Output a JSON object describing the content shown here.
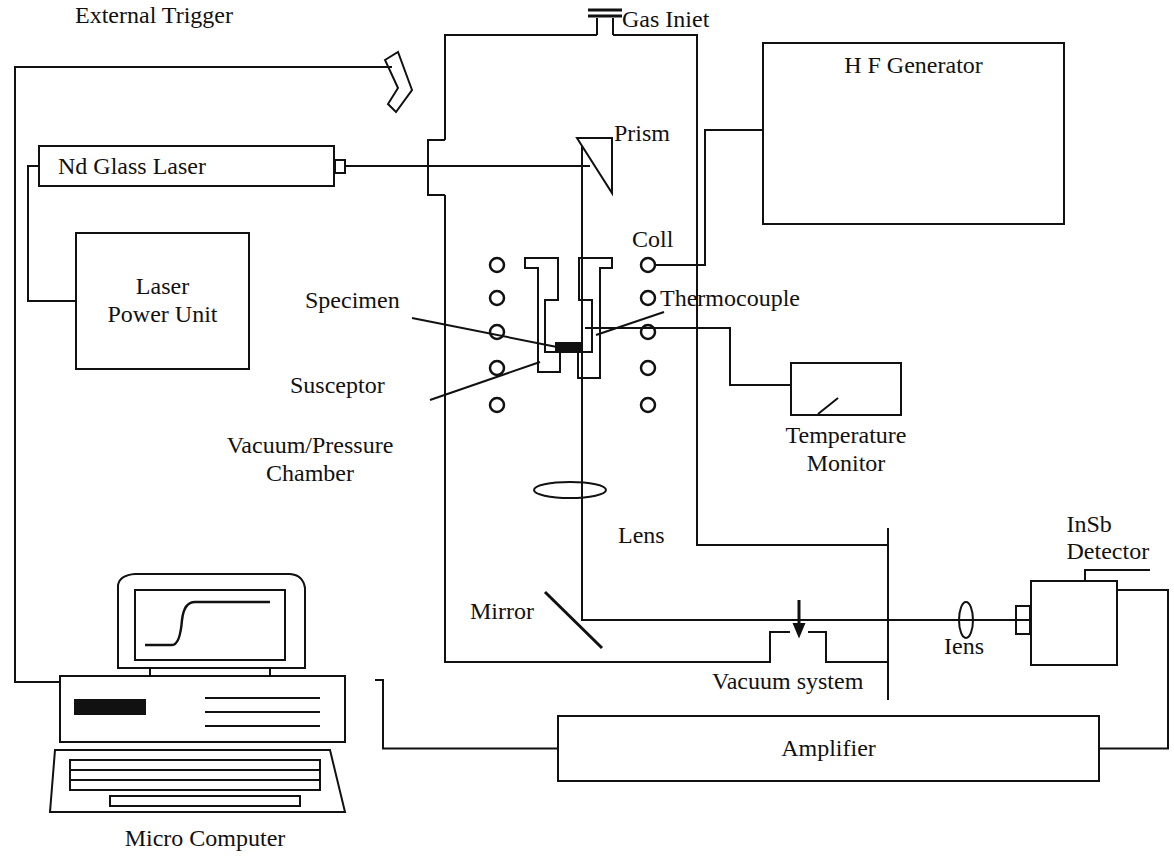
{
  "diagram": {
    "nodes": [
      {
        "text": [
          "Nd Glass Laser"
        ]
      },
      {
        "text": [
          "Laser Power Unit"
        ]
      },
      {
        "text": [
          "H F Generator"
        ]
      },
      {
        "text": [
          "Temperature Monitor"
        ]
      },
      {
        "text": [
          "InSb Detector"
        ]
      },
      {
        "text": [
          "Amplifier"
        ]
      },
      {
        "text": [
          "Micro Computer"
        ]
      }
    ],
    "edges": [
      {
        "from": 1,
        "to": 0,
        "arrow": "none"
      },
      {
        "from": 4,
        "to": 5,
        "arrow": "none"
      },
      {
        "from": 6,
        "to": 5,
        "arrow": "none"
      }
    ],
    "labels": [
      "External Trigger",
      "Gas Iniet",
      "Prism",
      "Coll",
      "Specimen",
      "Thermocouple",
      "Susceptor",
      "Vacuum/Pressure Chamber",
      "Lens",
      "Mirror",
      "Iens",
      "Vacuum system"
    ]
  }
}
